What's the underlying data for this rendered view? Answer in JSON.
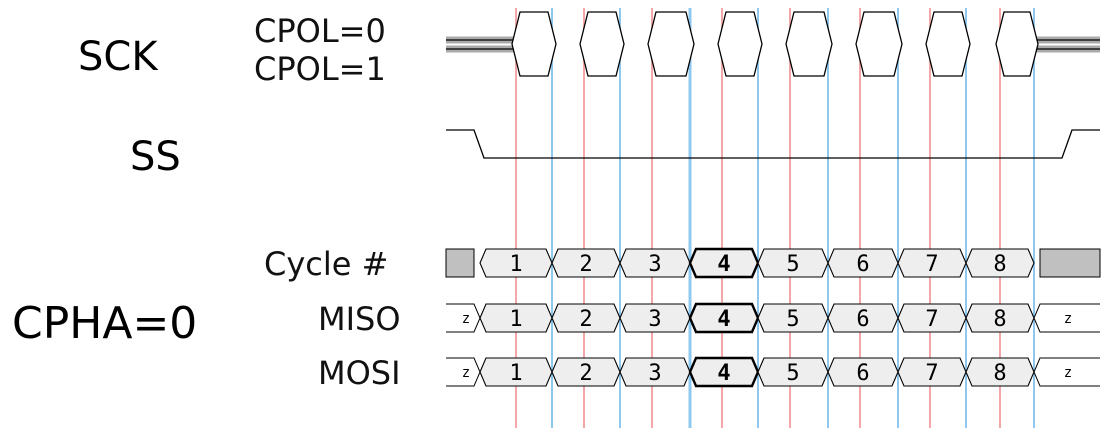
{
  "labels": {
    "sck": "SCK",
    "cpol0": "CPOL=0",
    "cpol1": "CPOL=1",
    "ss": "SS",
    "cpha": "CPHA=0",
    "cycle": "Cycle #",
    "miso": "MISO",
    "mosi": "MOSI"
  },
  "rows": {
    "cycle": {
      "start": "",
      "cells": [
        "1",
        "2",
        "3",
        "4",
        "5",
        "6",
        "7",
        "8"
      ],
      "end": ""
    },
    "miso": {
      "start": "z",
      "cells": [
        "1",
        "2",
        "3",
        "4",
        "5",
        "6",
        "7",
        "8"
      ],
      "end": "z"
    },
    "mosi": {
      "start": "z",
      "cells": [
        "1",
        "2",
        "3",
        "4",
        "5",
        "6",
        "7",
        "8"
      ],
      "end": "z"
    }
  },
  "colors": {
    "red_line": "#f2a8a8",
    "blue_line": "#8fc8ee",
    "signal": "#000000",
    "bus_fill": "#eeeeee",
    "idle_fill": "#c0c0c0"
  }
}
